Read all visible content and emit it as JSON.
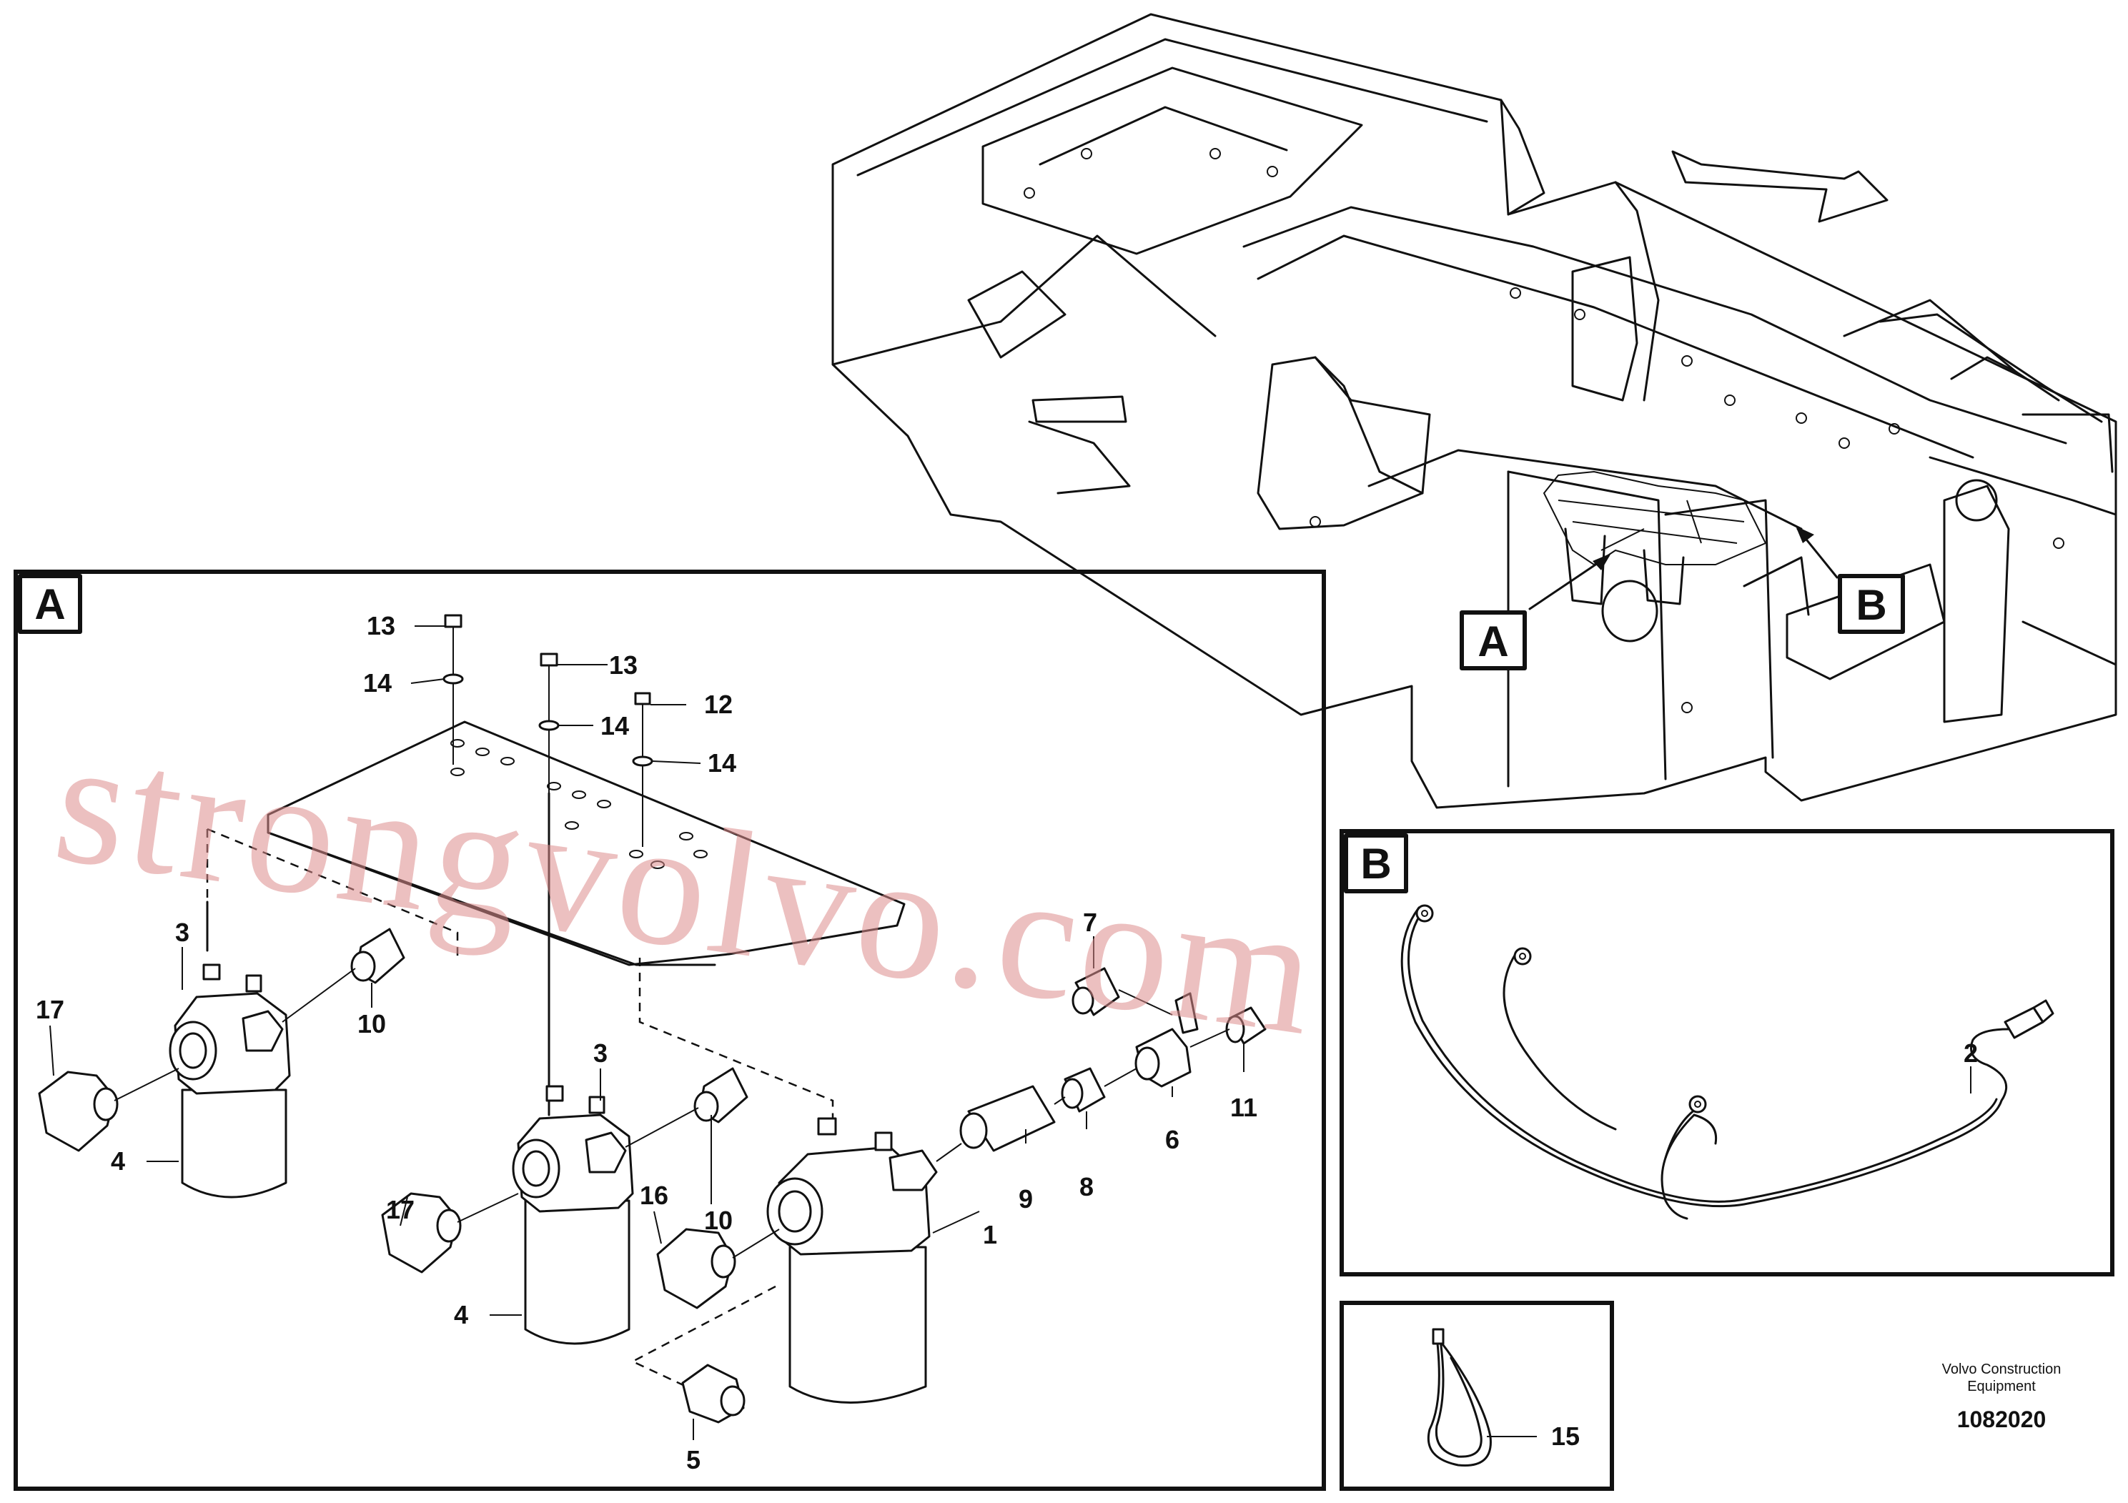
{
  "panels": {
    "a_tag": "A",
    "b_tag": "B",
    "main_a_tag": "A",
    "main_b_tag": "B"
  },
  "callouts": [
    {
      "id": "c13a",
      "text": "13"
    },
    {
      "id": "c14a",
      "text": "14"
    },
    {
      "id": "c13b",
      "text": "13"
    },
    {
      "id": "c14b",
      "text": "14"
    },
    {
      "id": "c12",
      "text": "12"
    },
    {
      "id": "c14c",
      "text": "14"
    },
    {
      "id": "c3a",
      "text": "3"
    },
    {
      "id": "c17a",
      "text": "17"
    },
    {
      "id": "c4a",
      "text": "4"
    },
    {
      "id": "c10a",
      "text": "10"
    },
    {
      "id": "c3b",
      "text": "3"
    },
    {
      "id": "c17b",
      "text": "17"
    },
    {
      "id": "c4b",
      "text": "4"
    },
    {
      "id": "c16",
      "text": "16"
    },
    {
      "id": "c10b",
      "text": "10"
    },
    {
      "id": "c1",
      "text": "1"
    },
    {
      "id": "c9",
      "text": "9"
    },
    {
      "id": "c8",
      "text": "8"
    },
    {
      "id": "c6",
      "text": "6"
    },
    {
      "id": "c11",
      "text": "11"
    },
    {
      "id": "c5",
      "text": "5"
    },
    {
      "id": "c7",
      "text": "7"
    },
    {
      "id": "c2",
      "text": "2"
    },
    {
      "id": "c15",
      "text": "15"
    }
  ],
  "credit_line1": "Volvo Construction",
  "credit_line2": "Equipment",
  "doc_number": "1082020",
  "watermark": "strongvolvo.com",
  "colors": {
    "line": "#111111",
    "watermark": "#dc8c8c"
  }
}
